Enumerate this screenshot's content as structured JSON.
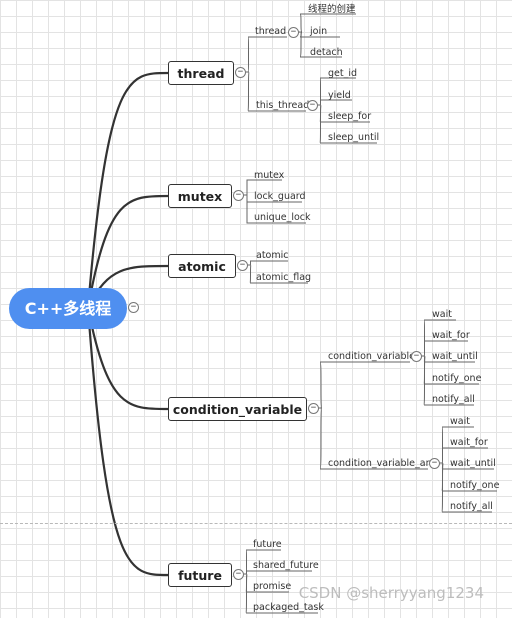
{
  "root": {
    "label": "C++多线程"
  },
  "branches": [
    {
      "label": "thread",
      "groups": [
        {
          "label": "thread",
          "items": [
            "线程的创建",
            "join",
            "detach"
          ]
        },
        {
          "label": "this_thread",
          "items": [
            "get_id",
            "yield",
            "sleep_for",
            "sleep_until"
          ]
        }
      ]
    },
    {
      "label": "mutex",
      "items": [
        "mutex",
        "lock_guard",
        "unique_lock"
      ]
    },
    {
      "label": "atomic",
      "items": [
        "atomic",
        "atomic_flag"
      ]
    },
    {
      "label": "condition_variable",
      "groups": [
        {
          "label": "condition_variable",
          "items": [
            "wait",
            "wait_for",
            "wait_until",
            "notify_one",
            "notify_all"
          ]
        },
        {
          "label": "condition_variable_any",
          "items": [
            "wait",
            "wait_for",
            "wait_until",
            "notify_one",
            "notify_all"
          ]
        }
      ]
    },
    {
      "label": "future",
      "items": [
        "future",
        "shared_future",
        "promise",
        "packaged_task"
      ]
    }
  ],
  "collapse_symbol": "−",
  "watermark": "CSDN @sherryyang1234"
}
